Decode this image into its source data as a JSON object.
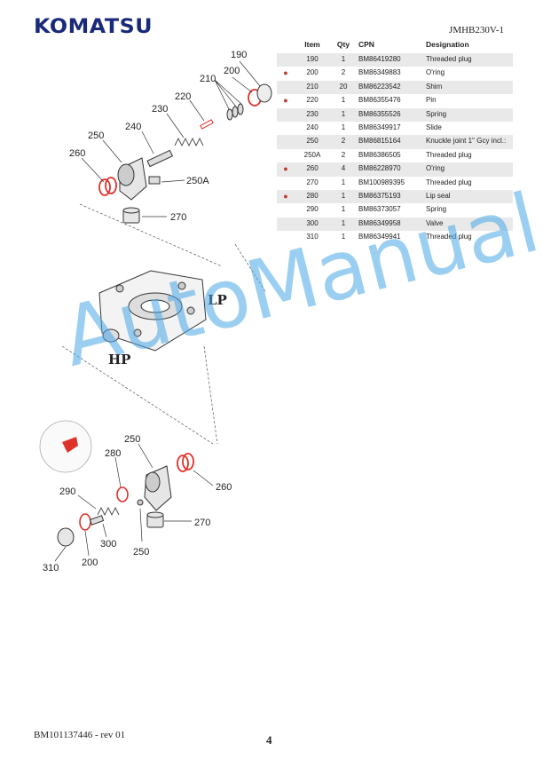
{
  "header": {
    "logo": "KOMATSU",
    "doc_ref": "JMHB230V-1"
  },
  "table": {
    "columns": [
      "Item",
      "Qty",
      "CPN",
      "Designation"
    ],
    "rows": [
      {
        "marked": false,
        "item": "190",
        "qty": "1",
        "cpn": "BM86419280",
        "designation": "Threaded plug"
      },
      {
        "marked": true,
        "item": "200",
        "qty": "2",
        "cpn": "BM86349883",
        "designation": "O'ring"
      },
      {
        "marked": false,
        "item": "210",
        "qty": "20",
        "cpn": "BM86223542",
        "designation": "Shim"
      },
      {
        "marked": true,
        "item": "220",
        "qty": "1",
        "cpn": "BM86355476",
        "designation": "Pin"
      },
      {
        "marked": false,
        "item": "230",
        "qty": "1",
        "cpn": "BM86355526",
        "designation": "Spring"
      },
      {
        "marked": false,
        "item": "240",
        "qty": "1",
        "cpn": "BM86349917",
        "designation": "Slide"
      },
      {
        "marked": false,
        "item": "250",
        "qty": "2",
        "cpn": "BM86815164",
        "designation": "Knuckle joint 1'' Gcy incl.:"
      },
      {
        "marked": false,
        "item": "250A",
        "qty": "2",
        "cpn": "BM86386505",
        "designation": "Threaded plug"
      },
      {
        "marked": true,
        "item": "260",
        "qty": "4",
        "cpn": "BM86228970",
        "designation": "O'ring"
      },
      {
        "marked": false,
        "item": "270",
        "qty": "1",
        "cpn": "BM100989395",
        "designation": "Threaded plug"
      },
      {
        "marked": true,
        "item": "280",
        "qty": "1",
        "cpn": "BM86375193",
        "designation": "Lip seal"
      },
      {
        "marked": false,
        "item": "290",
        "qty": "1",
        "cpn": "BM86373057",
        "designation": "Spring"
      },
      {
        "marked": false,
        "item": "300",
        "qty": "1",
        "cpn": "BM86349958",
        "designation": "Valve"
      },
      {
        "marked": false,
        "item": "310",
        "qty": "1",
        "cpn": "BM86349941",
        "designation": "Threaded plug"
      }
    ]
  },
  "diagram": {
    "callouts_top": [
      "190",
      "200",
      "210",
      "220",
      "230",
      "240",
      "250",
      "260",
      "250A",
      "270"
    ],
    "port_labels": [
      "LP",
      "HP"
    ],
    "callouts_bottom": [
      "250",
      "280",
      "260",
      "290",
      "270",
      "300",
      "250",
      "310",
      "200"
    ]
  },
  "watermark": "AutoManual",
  "footer": {
    "ref": "BM101137446 - rev 01",
    "page": "4"
  },
  "colors": {
    "seal_red": "#e0302a",
    "bullet_red": "#c0392b",
    "watermark_blue": "#4aa8e6",
    "row_shade": "#e9e9e9",
    "logo_navy": "#1a2a7a"
  }
}
